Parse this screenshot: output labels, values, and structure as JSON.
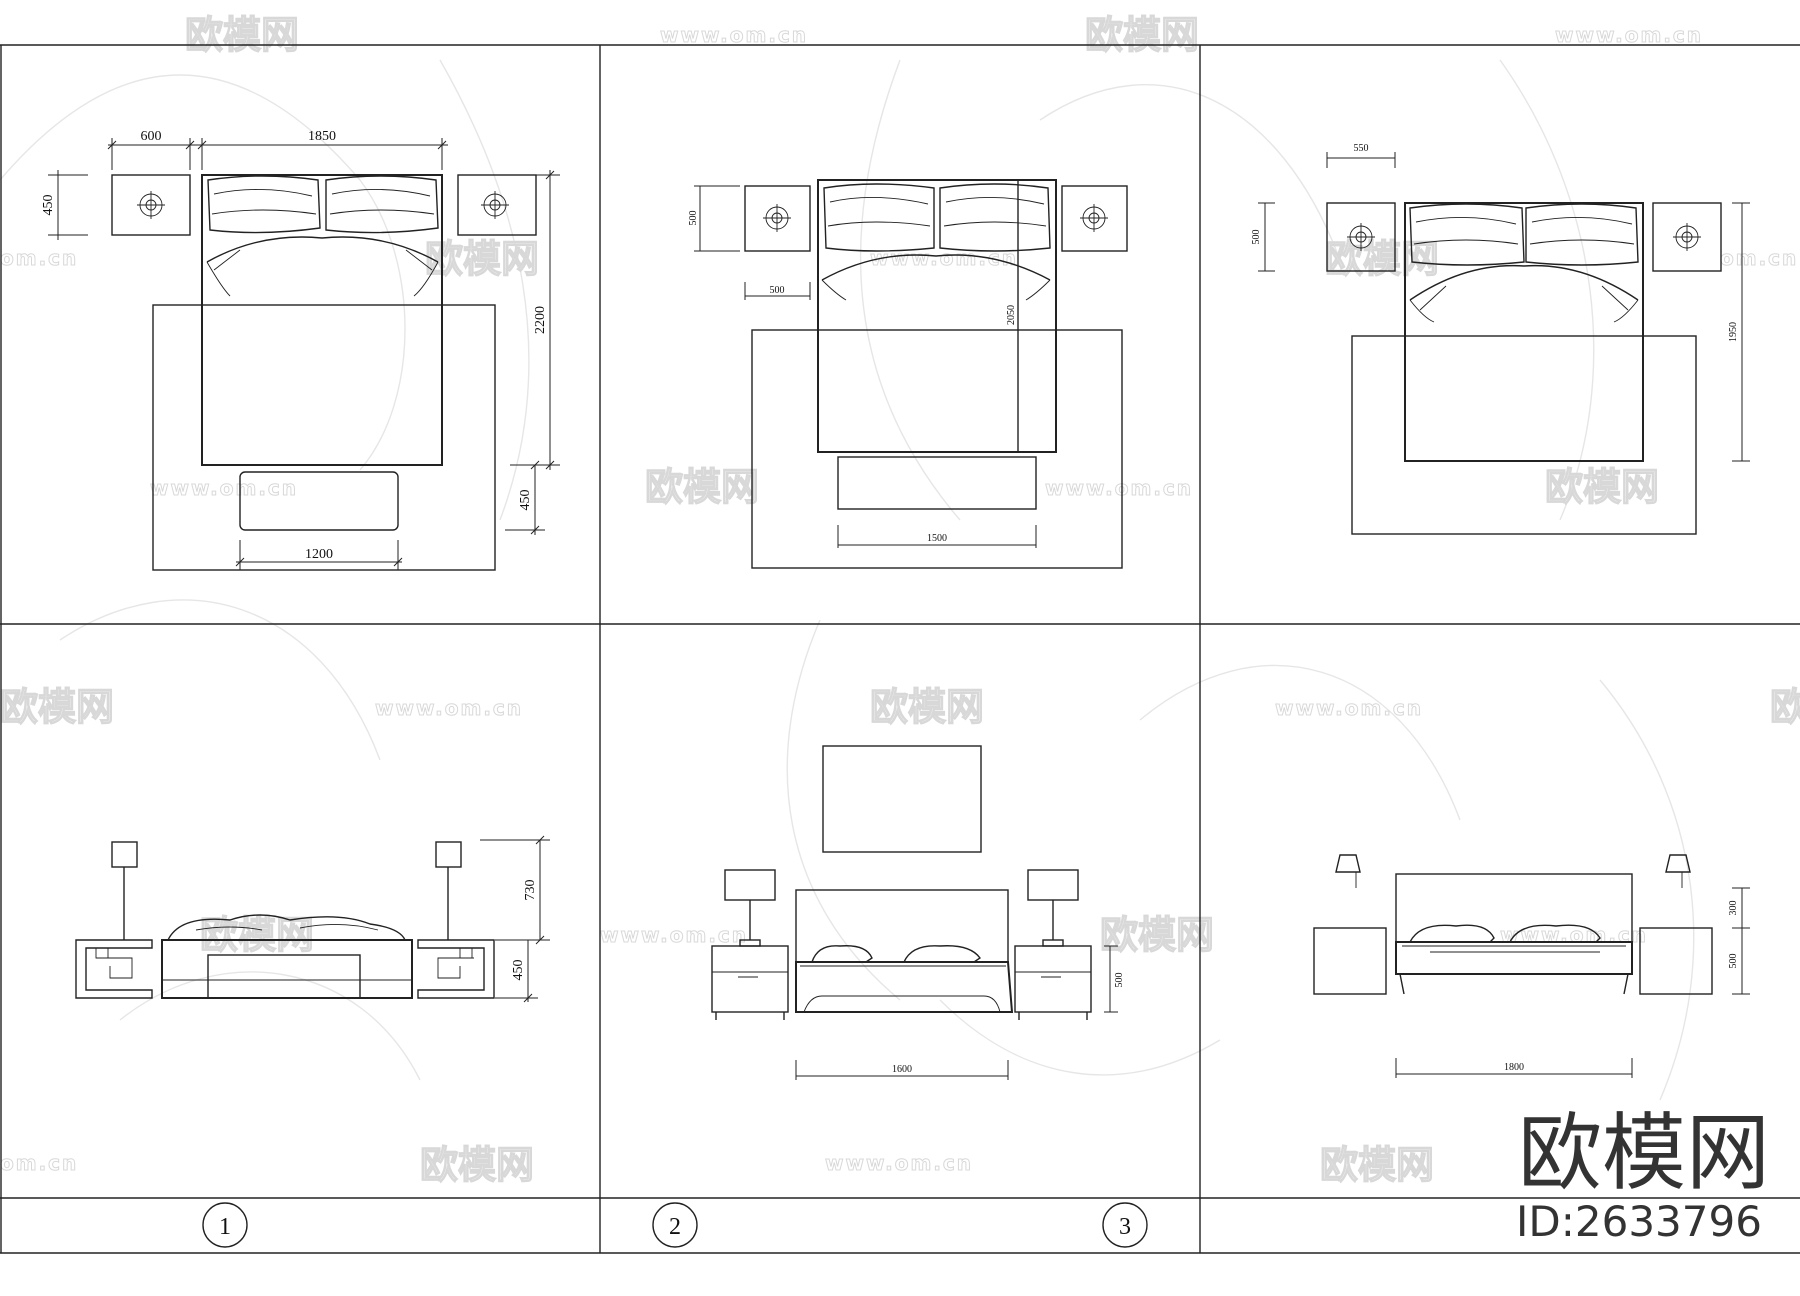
{
  "watermark": {
    "brand_text": "欧模网",
    "url_text": "www.om.cn",
    "url_fragment": "om.cn",
    "brand_fragment": "欧模网"
  },
  "stamp": {
    "brand": "欧模网",
    "id": "ID:2633796"
  },
  "panels": {
    "plan1": {
      "d_600": "600",
      "d_1850": "1850",
      "d_450_top": "450",
      "d_2200": "2200",
      "d_450_bottom": "450",
      "d_1200": "1200"
    },
    "plan2": {
      "d_500_side": "500",
      "d_500_bottom": "500",
      "d_2050": "2050",
      "d_1500": "1500"
    },
    "plan3": {
      "d_550": "550",
      "d_500": "500",
      "d_1950": "1950"
    },
    "elev1": {
      "d_730": "730",
      "d_450": "450"
    },
    "elev2": {
      "d_500": "500",
      "d_1600": "1600"
    },
    "elev3": {
      "d_300": "300",
      "d_500": "500",
      "d_1800": "1800"
    }
  },
  "labels": [
    "1",
    "2",
    "3"
  ]
}
